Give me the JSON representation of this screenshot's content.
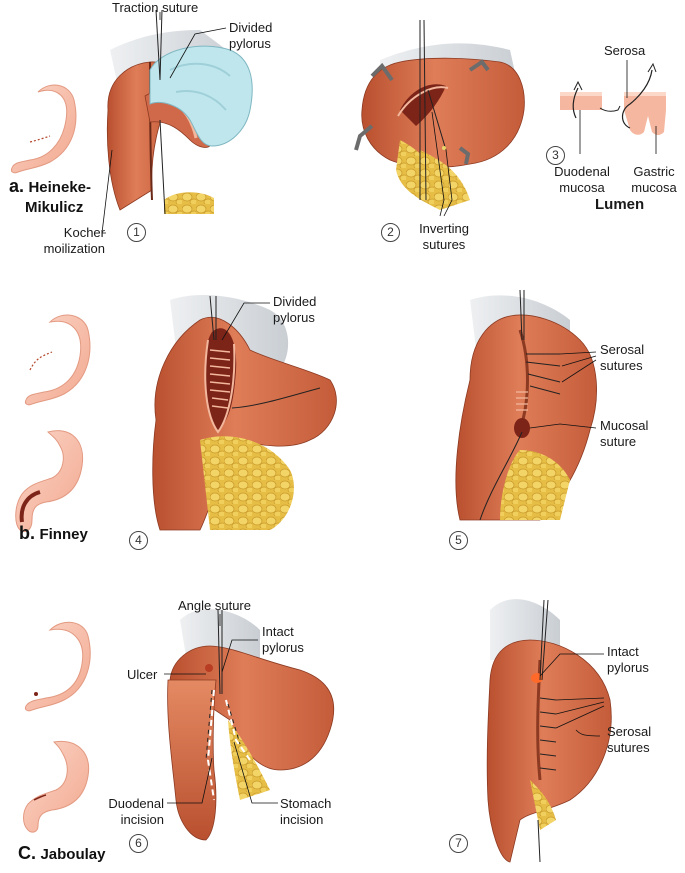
{
  "sections": {
    "a": {
      "letter": "a.",
      "title_line1": "Heineke-",
      "title_line2": "Mikulicz"
    },
    "b": {
      "letter": "b.",
      "title": "Finney"
    },
    "c": {
      "letter": "C.",
      "title": "Jaboulay"
    }
  },
  "steps": [
    "1",
    "2",
    "3",
    "4",
    "5",
    "6",
    "7"
  ],
  "labels": {
    "traction_suture": "Traction suture",
    "divided_pylorus_1": "Divided\npylorus",
    "kocher_moilization": "Kocher\nmoilization",
    "inverting_sutures": "Inverting\nsutures",
    "serosa": "Serosa",
    "duodenal_mucosa": "Duodenal\nmucosa",
    "gastric_mucosa": "Gastric\nmucosa",
    "lumen": "Lumen",
    "divided_pylorus_4": "Divided\npylorus",
    "serosal_sutures_5": "Serosal\nsutures",
    "mucosal_suture": "Mucosal\nsuture",
    "angle_suture": "Angle suture",
    "intact_pylorus_6": "Intact\npylorus",
    "ulcer": "Ulcer",
    "duodenal_incision": "Duodenal\nincision",
    "stomach_incision": "Stomach\nincision",
    "intact_pylorus_7": "Intact\npylorus",
    "serosal_sutures_7": "Serosal\nsutures"
  },
  "colors": {
    "tissue": "#d9744f",
    "tissue_dark": "#a9442a",
    "tissue_light": "#f0a07c",
    "fat": "#e8c24a",
    "omentum": "#dfe3e6",
    "glove": "#bfe6ec",
    "thumbnail": "#f7c1ad",
    "mucosa": "#f5b7a0"
  }
}
